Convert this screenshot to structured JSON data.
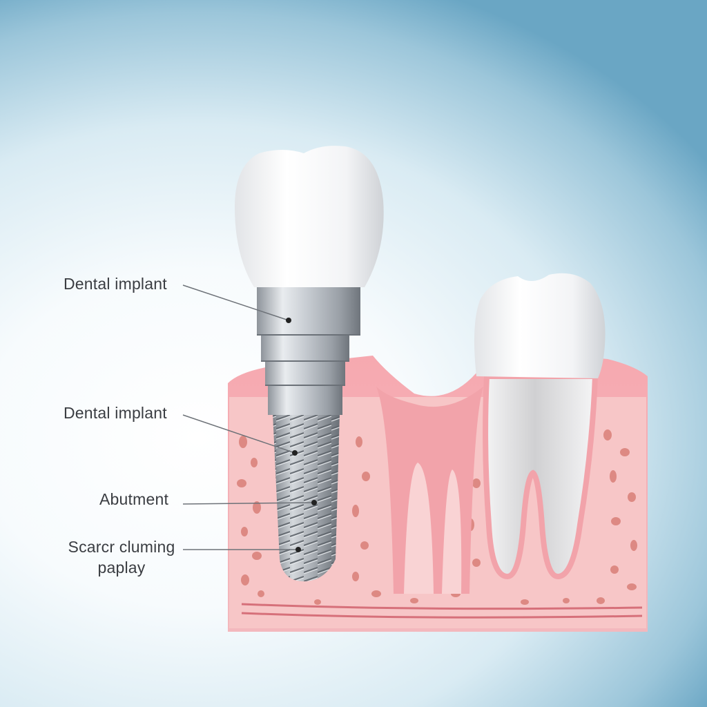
{
  "labels": [
    {
      "text": "Dental implant"
    },
    {
      "text": "Dental implant"
    },
    {
      "text": "Abutment"
    },
    {
      "line1": "Scarcr cluming",
      "line2": "paplay"
    }
  ]
}
